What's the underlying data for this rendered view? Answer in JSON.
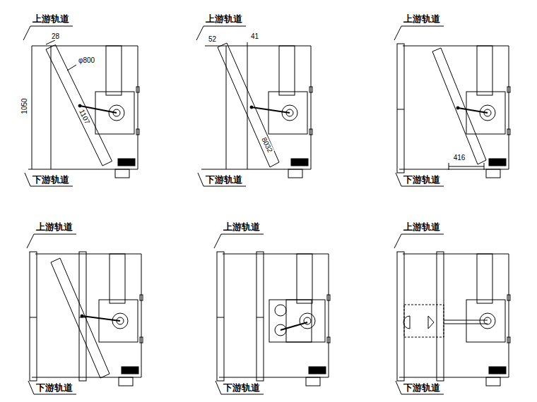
{
  "diagram": {
    "labels": [
      "上游轨道",
      "28",
      "φ800",
      "1050",
      "1107",
      "下游轨道",
      "上游轨道",
      "52",
      "41",
      "8032",
      "下游轨道",
      "上游轨道",
      "416",
      "下游轨道",
      "上游轨道",
      "下游轨道",
      "上游轨道",
      "下游轨道",
      "上游轨道",
      "下游轨道"
    ]
  }
}
